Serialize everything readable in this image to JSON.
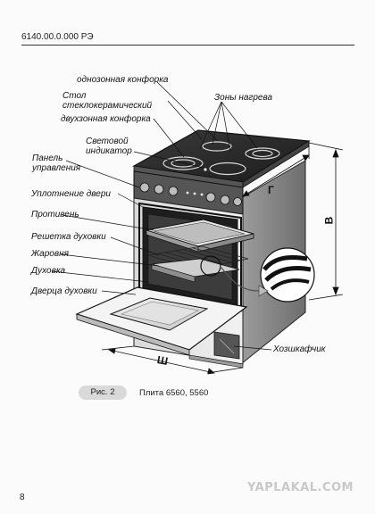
{
  "header": {
    "doc_code": "6140.00.0.000 РЭ"
  },
  "figure": {
    "callouts": {
      "single_zone_burner": "однозонная конфорка",
      "glass_ceramic_top": "Стол стеклокерамический",
      "dual_zone_burner": "двухзонная конфорка",
      "light_indicator": "Световой индикатор",
      "control_panel": "Панель управления",
      "door_seal": "Уплотнение двери",
      "baking_tray": "Противень",
      "oven_rack": "Решетка духовки",
      "roasting_pan": "Жаровня",
      "oven": "Духовка",
      "oven_door": "Дверца духовки",
      "heating_zones": "Зоны нагрева",
      "storage_drawer": "Хозшкафчик"
    },
    "dimensions": {
      "height": "В",
      "depth": "Г",
      "width": "Ш"
    }
  },
  "caption": {
    "figure_number": "Рис. 2",
    "title": "Плита 6560, 5560"
  },
  "footer": {
    "page_number": "8",
    "watermark": "YAPLAKAL.COM"
  }
}
